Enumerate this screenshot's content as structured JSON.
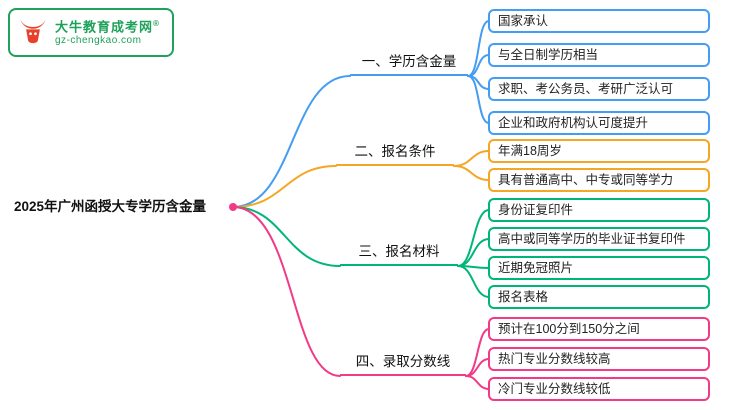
{
  "logo": {
    "site_name": "大牛教育成考网",
    "reg_mark": "®",
    "site_url": "gz-chengkao.com"
  },
  "root": {
    "label": "2025年广州函授大专学历含金量"
  },
  "colors": {
    "branch_1": "#459df2",
    "branch_2": "#f5a623",
    "branch_3": "#00b578",
    "branch_4": "#f23a87",
    "logo_green": "#1ea15a",
    "logo_red": "#e8402a"
  },
  "branches": [
    {
      "label": "一、学历含金量",
      "color": "#459df2",
      "children": [
        "国家承认",
        "与全日制学历相当",
        "求职、考公务员、考研广泛认可",
        "企业和政府机构认可度提升"
      ]
    },
    {
      "label": "二、报名条件",
      "color": "#f5a623",
      "children": [
        "年满18周岁",
        "具有普通高中、中专或同等学力"
      ]
    },
    {
      "label": "三、报名材料",
      "color": "#00b578",
      "children": [
        "身份证复印件",
        "高中或同等学历的毕业证书复印件",
        "近期免冠照片",
        "报名表格"
      ]
    },
    {
      "label": "四、录取分数线",
      "color": "#f23a87",
      "children": [
        "预计在100分到150分之间",
        "热门专业分数线较高",
        "冷门专业分数线较低"
      ]
    }
  ]
}
